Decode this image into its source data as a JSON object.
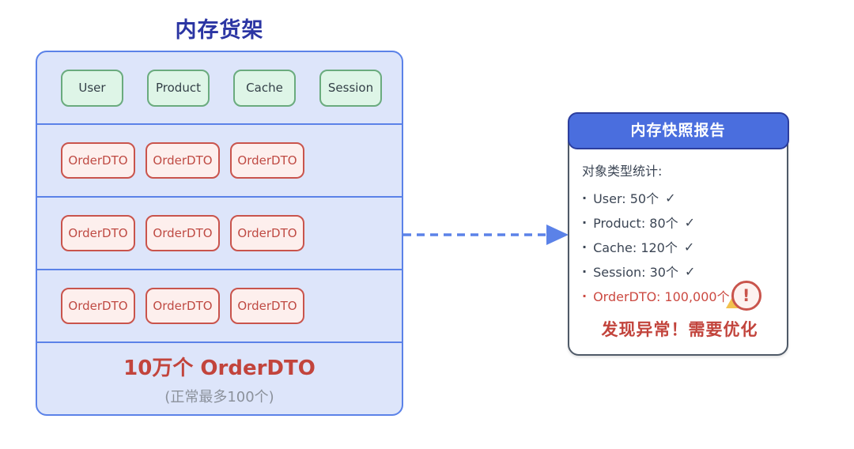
{
  "colors": {
    "accent_blue": "#5b82e8",
    "title_blue": "#2b35a3",
    "shelf_fill": "#dde5fa",
    "green_border": "#6aab7e",
    "green_fill": "#def5e7",
    "red_border": "#c9544c",
    "red_fill": "#fdefed",
    "alert_red": "#c2443c",
    "warn_yellow": "#f2c14e",
    "muted_gray": "#8b919b",
    "panel_border": "#4f5a68",
    "header_blue": "#4a6ede",
    "header_border": "#2c3e9e",
    "body_text": "#3b4554"
  },
  "shelf": {
    "title": "内存货架",
    "type_boxes": [
      "User",
      "Product",
      "Cache",
      "Session"
    ],
    "order_rows": [
      [
        "OrderDTO",
        "OrderDTO",
        "OrderDTO"
      ],
      [
        "OrderDTO",
        "OrderDTO",
        "OrderDTO"
      ],
      [
        "OrderDTO",
        "OrderDTO",
        "OrderDTO"
      ]
    ],
    "summary": {
      "count_label": "10万个 OrderDTO",
      "limit_label": "(正常最多100个)"
    }
  },
  "report": {
    "title": "内存快照报告",
    "stats_heading": "对象类型统计:",
    "items": [
      {
        "bullet": "·",
        "label": "User: 50个",
        "check": "✓",
        "status": "ok"
      },
      {
        "bullet": "·",
        "label": "Product: 80个",
        "check": "✓",
        "status": "ok"
      },
      {
        "bullet": "·",
        "label": "Cache: 120个",
        "check": "✓",
        "status": "ok"
      },
      {
        "bullet": "·",
        "label": "Session: 30个",
        "check": "✓",
        "status": "ok"
      },
      {
        "bullet": "·",
        "label": "OrderDTO: 100,000个",
        "badge": "!",
        "status": "alert"
      }
    ],
    "footer": "发现异常！需要优化"
  }
}
